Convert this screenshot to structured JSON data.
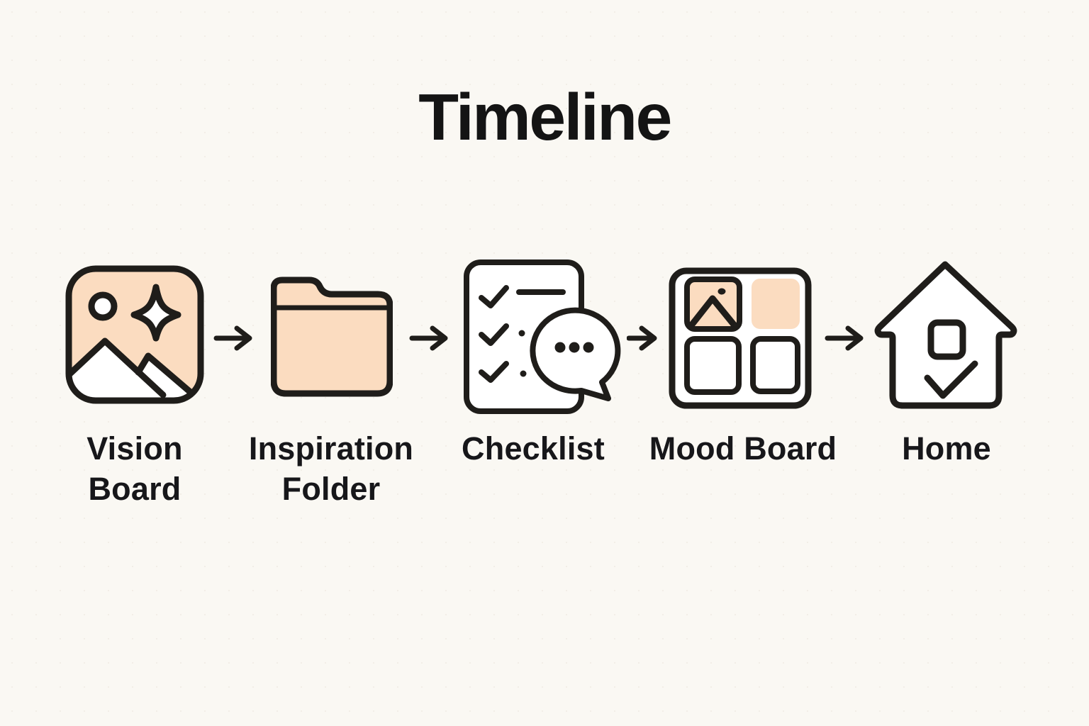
{
  "title": "Timeline",
  "steps": [
    {
      "label": "Vision Board",
      "icon": "vision-board-icon"
    },
    {
      "label": "Inspiration Folder",
      "icon": "inspiration-folder-icon"
    },
    {
      "label": "Checklist",
      "icon": "checklist-chat-icon"
    },
    {
      "label": "Mood Board",
      "icon": "mood-board-grid-icon"
    },
    {
      "label": "Home",
      "icon": "home-check-icon"
    }
  ],
  "connectors": {
    "type": "arrow-right-icon",
    "count": 4
  },
  "colors": {
    "background": "#FAF8F3",
    "accent_peach": "#FBDCC0",
    "line": "#1F1D1A",
    "text": "#17171A",
    "icon_fill": "#FFFFFF"
  }
}
